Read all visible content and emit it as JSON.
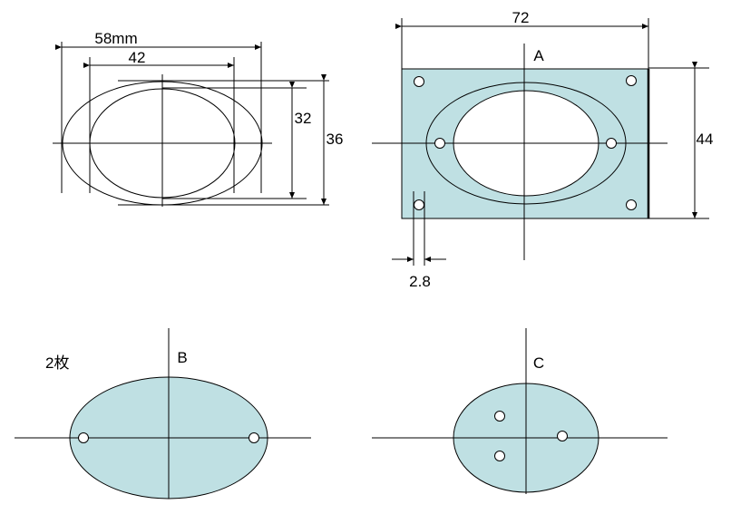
{
  "panel_top_left": {
    "dim_width_outer": "58mm",
    "dim_width_inner": "42",
    "dim_height_inner": "32",
    "dim_height_outer": "36"
  },
  "panel_a": {
    "label": "A",
    "dim_width": "72",
    "dim_height": "44",
    "dim_hole": "2.8"
  },
  "panel_b": {
    "label": "B",
    "quantity": "2枚"
  },
  "panel_c": {
    "label": "C"
  },
  "colors": {
    "plate_fill": "#bfe0e3",
    "line": "#000000",
    "background": "#ffffff"
  }
}
